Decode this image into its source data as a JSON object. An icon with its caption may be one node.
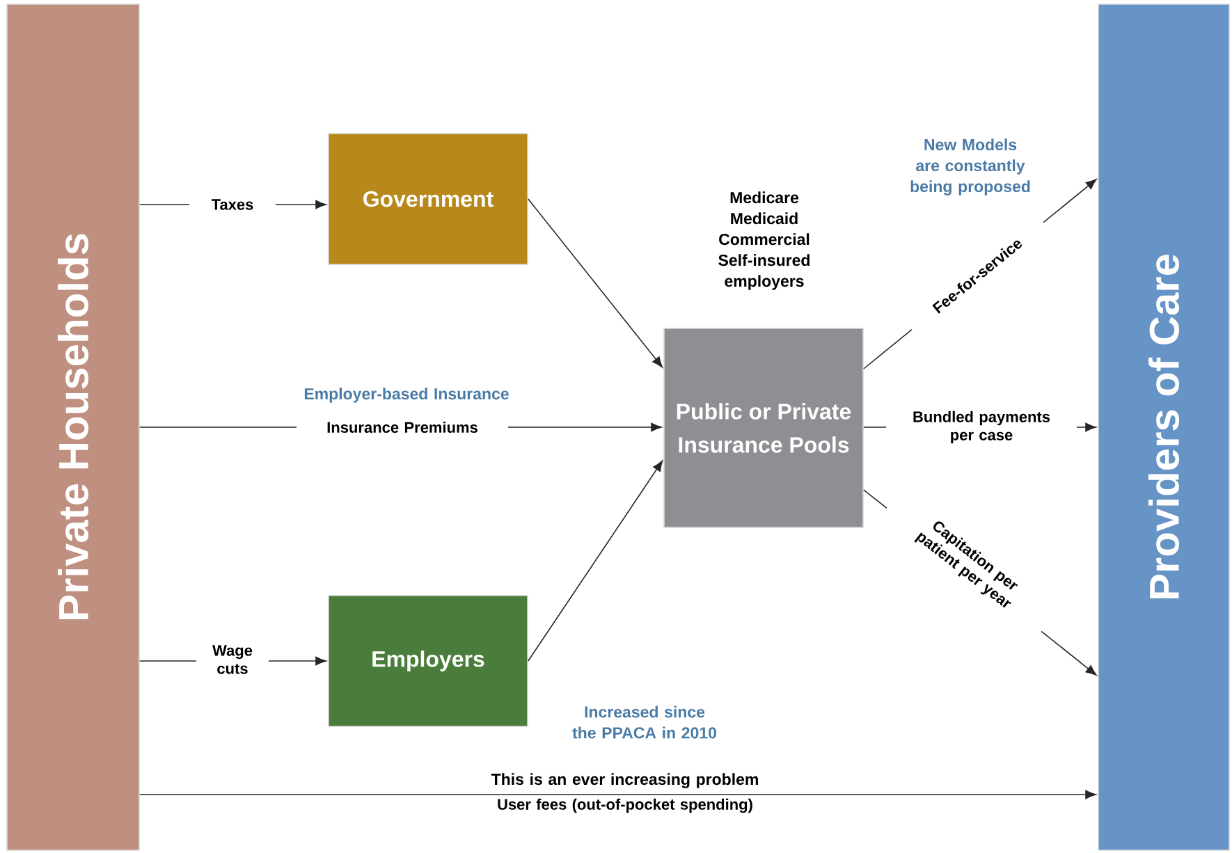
{
  "diagram": {
    "nodes": [
      {
        "text": [
          "Private Households"
        ]
      },
      {
        "text": [
          "Government"
        ]
      },
      {
        "text": [
          "Employers"
        ]
      },
      {
        "text": [
          "Public or Private Insurance Pools"
        ]
      },
      {
        "text": [
          "Providers of Care"
        ]
      }
    ],
    "edges": [
      {
        "from": 0,
        "to": 1,
        "arrow": "to",
        "label": "Taxes"
      },
      {
        "from": 0,
        "to": 3,
        "arrow": "to",
        "label": "Insurance Premiums"
      },
      {
        "from": 0,
        "to": 2,
        "arrow": "to",
        "label": "Wage cuts"
      },
      {
        "from": 1,
        "to": 3,
        "arrow": "to"
      },
      {
        "from": 2,
        "to": 3,
        "arrow": "to"
      },
      {
        "from": 3,
        "to": 4,
        "arrow": "to",
        "label": "Fee-for-service"
      },
      {
        "from": 3,
        "to": 4,
        "arrow": "to",
        "label": "Bundled payments per case"
      },
      {
        "from": 3,
        "to": 4,
        "arrow": "to",
        "label": "Capitation per patient per year"
      },
      {
        "from": 0,
        "to": 4,
        "arrow": "to",
        "label": "User fees (out-of-pocket spending)"
      }
    ],
    "labels": [
      "New Models are constantly being proposed",
      "Medicare Medicaid Commercial Self-insured employers",
      "Employer-based Insurance",
      "Increased since the PPACA in 2010",
      "This is an ever increasing problem"
    ]
  }
}
